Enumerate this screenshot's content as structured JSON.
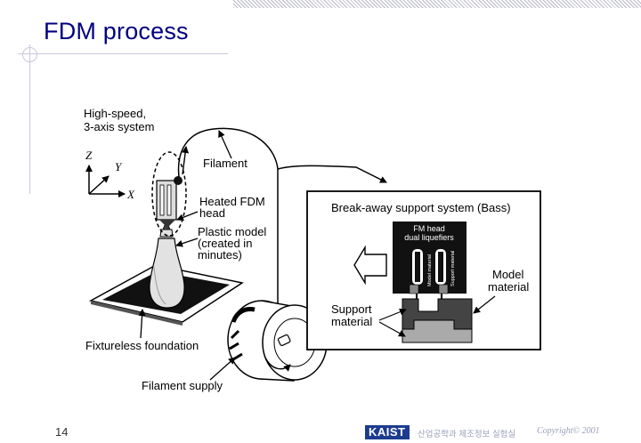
{
  "slide": {
    "title": "FDM process",
    "page_number": "14"
  },
  "figure": {
    "labels": {
      "high_speed_line1": "High-speed,",
      "high_speed_line2": "3-axis system",
      "filament": "Filament",
      "heated_line1": "Heated FDM",
      "heated_line2": "head",
      "plastic_line1": "Plastic model",
      "plastic_line2": "(created in",
      "plastic_line3": "minutes)",
      "fixtureless": "Fixtureless foundation",
      "filament_supply": "Filament supply",
      "axis_z": "Z",
      "axis_y": "Y",
      "axis_x": "X"
    },
    "inset": {
      "title": "Break-away support system (Bass)",
      "fm_head_line1": "FM head",
      "fm_head_line2": "dual liquefiers",
      "model_material_vertical": "Model material",
      "support_material_vertical": "Support material",
      "model_line1": "Model",
      "model_line2": "material",
      "support_line1": "Support",
      "support_line2": "material"
    }
  },
  "footer": {
    "logo": "KAIST",
    "department": "산업공학과 제조정보 실험실",
    "copyright": "Copyright© 2001"
  }
}
